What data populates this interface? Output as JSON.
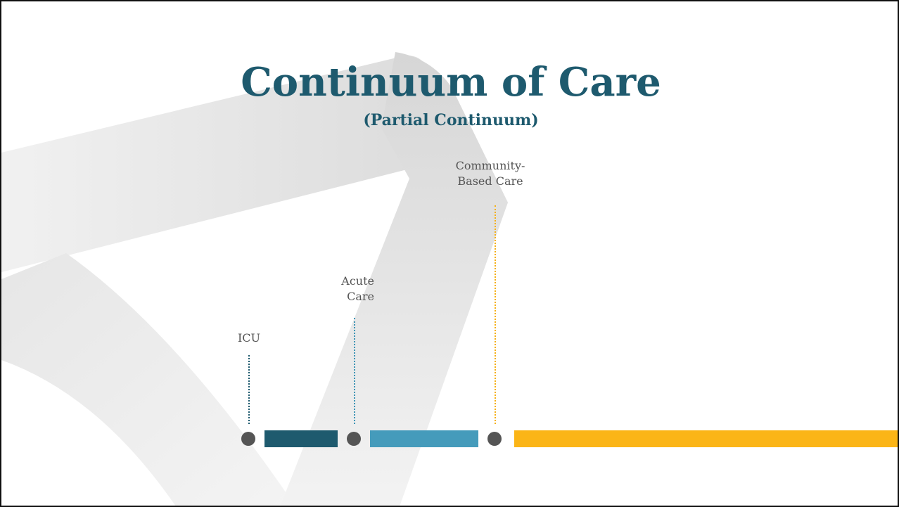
{
  "slide": {
    "title": "Continuum of Care",
    "subtitle": "(Partial Continuum)"
  },
  "stages": {
    "icu": "ICU",
    "acute": "Acute\nCare",
    "community": "Community-\nBased Care"
  },
  "colors": {
    "title": "#1e5a6e",
    "dark_teal": "#1e5a6e",
    "light_blue": "#459bbb",
    "gold": "#fbb517",
    "node_gray": "#555555"
  }
}
